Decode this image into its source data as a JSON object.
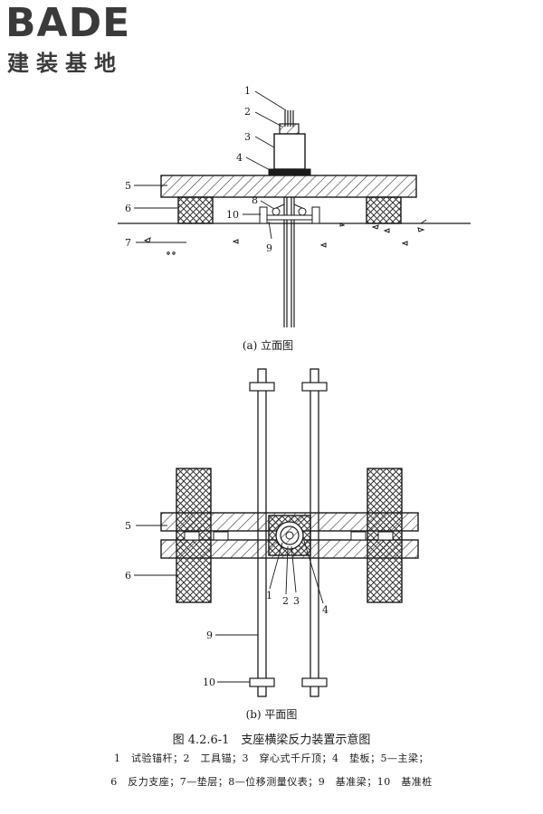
{
  "logo": {
    "main_text": "BADE",
    "sub_text": "建装基地",
    "color": "#3a3a3a"
  },
  "elevation": {
    "caption": "(a) 立面图",
    "labels": [
      "1",
      "2",
      "3",
      "4",
      "5",
      "6",
      "7",
      "8",
      "9",
      "10"
    ]
  },
  "plan": {
    "caption": "(b) 平面图",
    "labels": [
      "5",
      "6",
      "1",
      "2",
      "3",
      "4",
      "9",
      "10"
    ]
  },
  "figure": {
    "title": "图 4.2.6-1　支座横梁反力装置示意图",
    "legend_line1": "1　试验锚杆；2　工具锚；3　穿心式千斤顶；4　垫板；5—主梁；",
    "legend_line2": "6　反力支座；7—垫层；8—位移测量仪表；9　基准梁；10　基准桩"
  },
  "colors": {
    "line": "#1a1a1a",
    "hatch": "#333333",
    "background": "#ffffff"
  }
}
